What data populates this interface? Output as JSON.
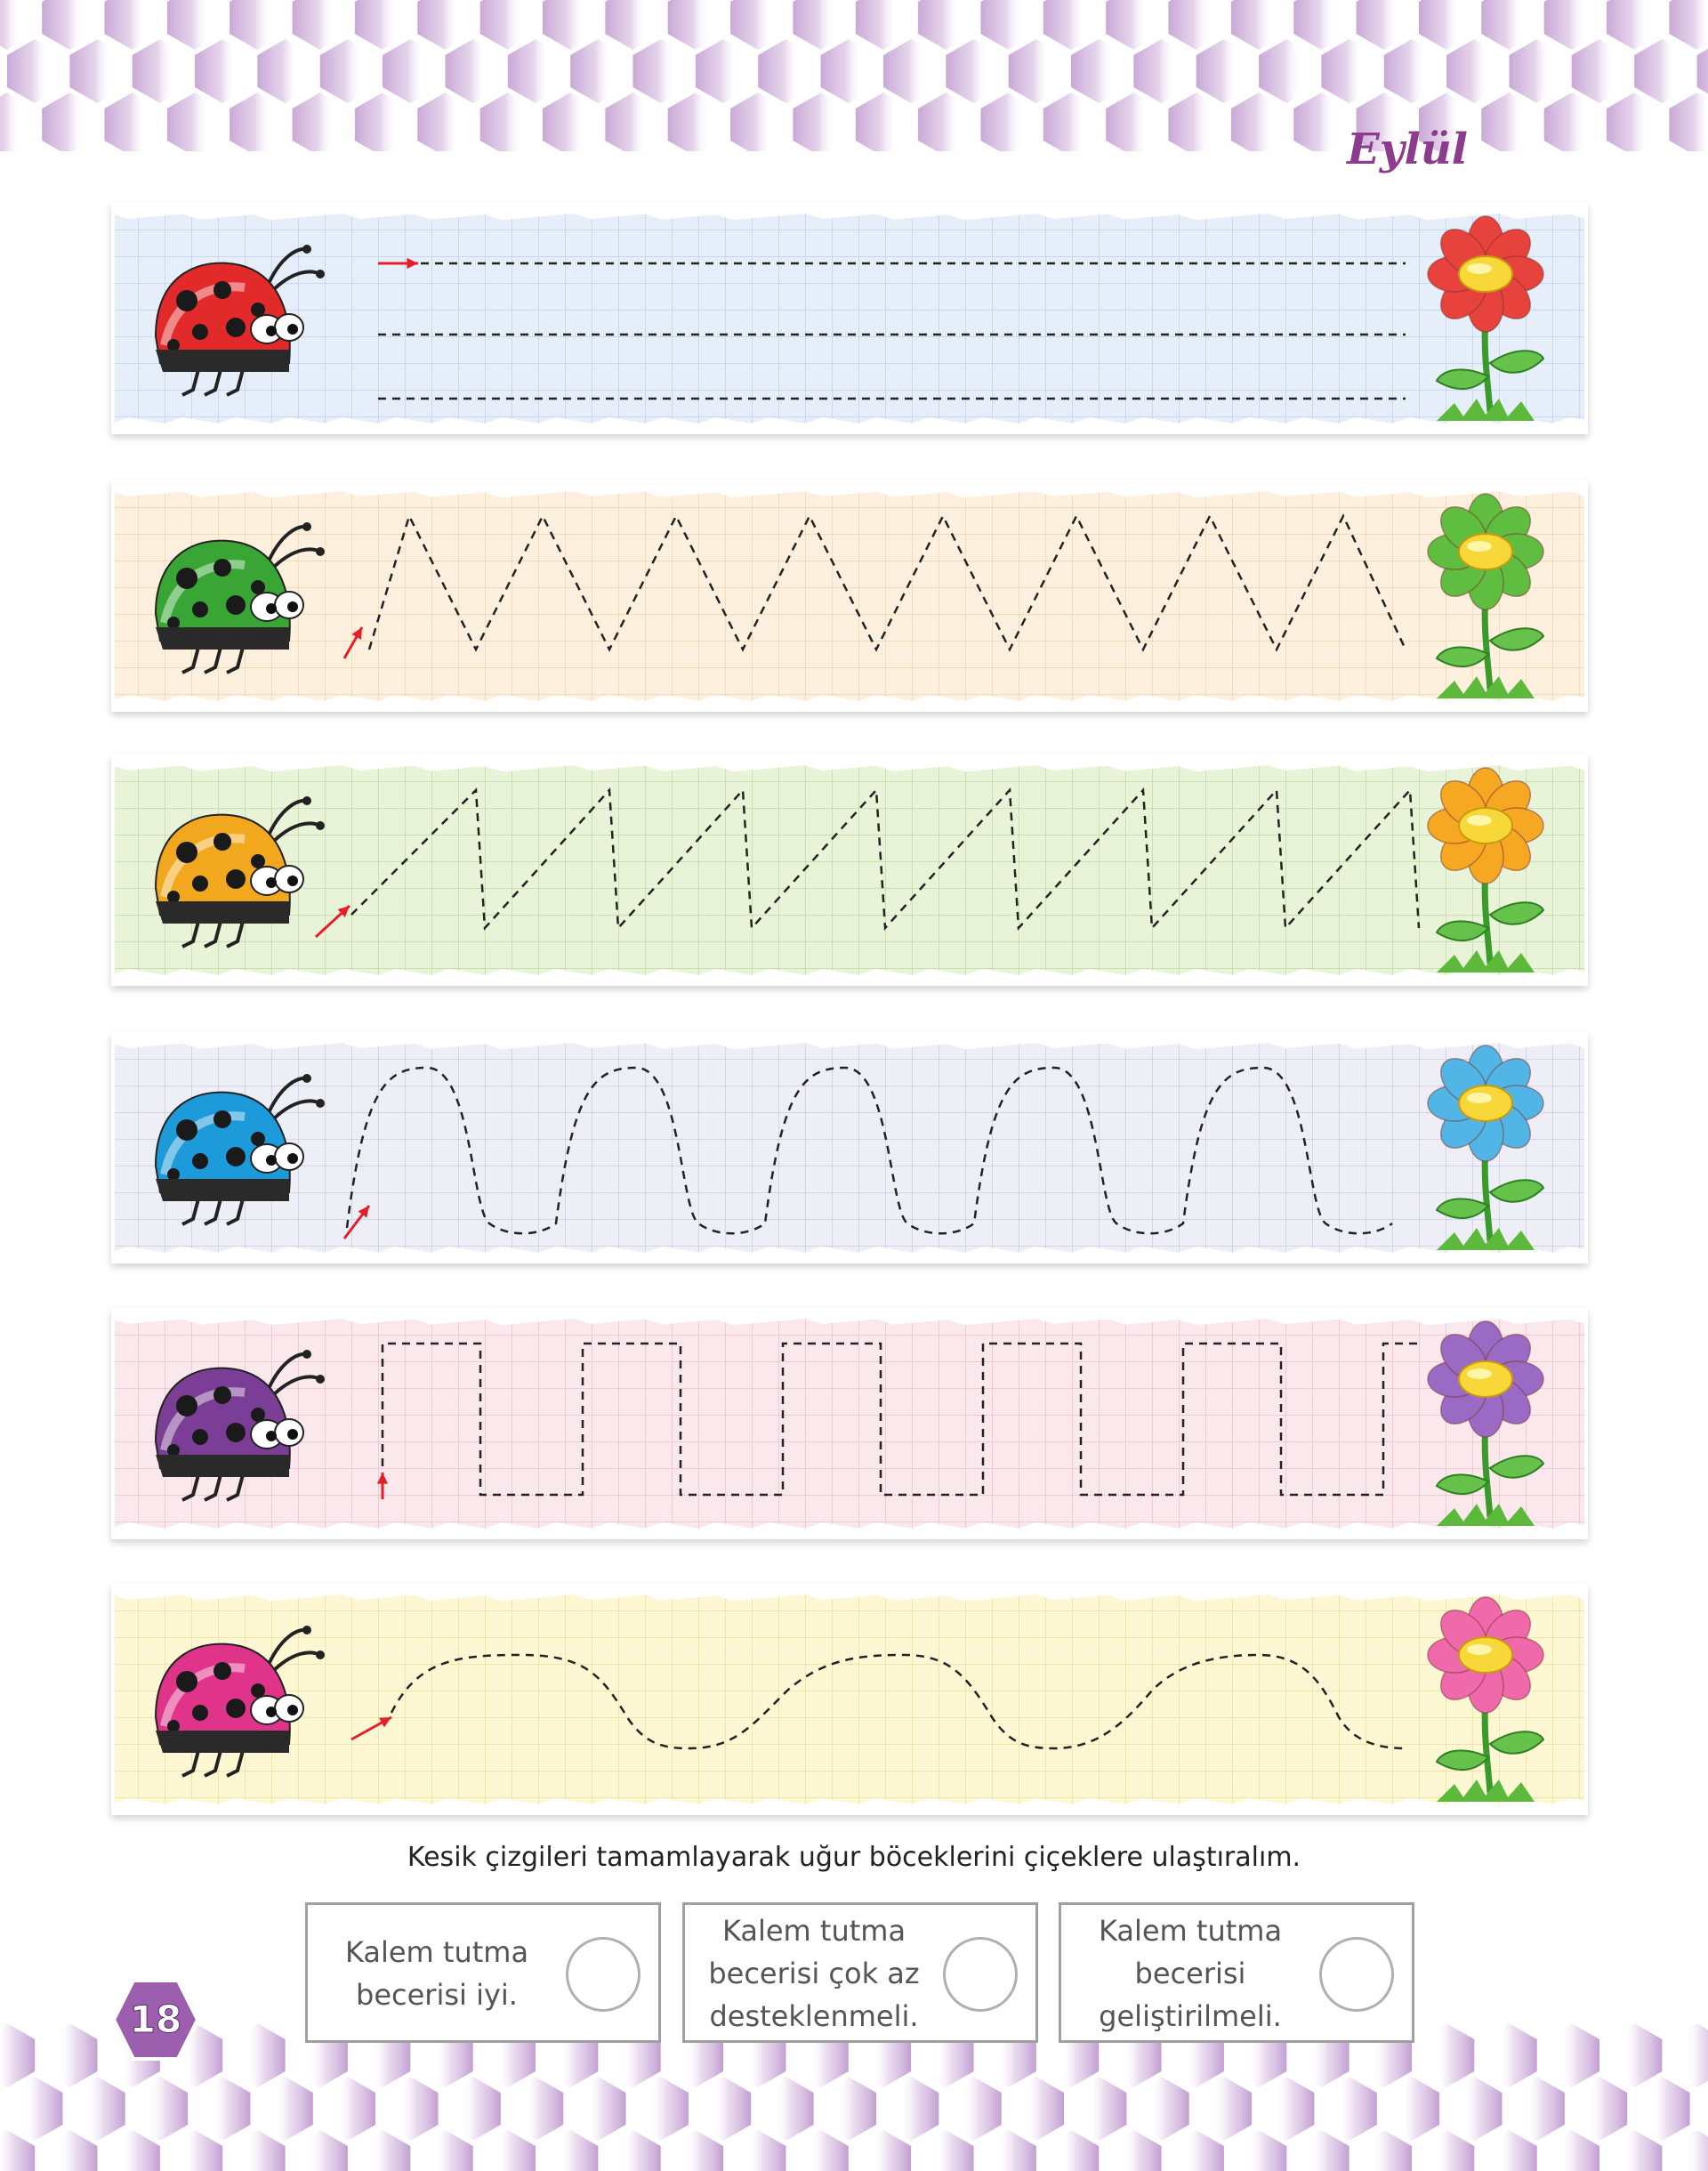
{
  "header": {
    "month": "Eylül"
  },
  "instruction": "Kesik çizgileri tamamlayarak uğur böceklerini çiçeklere ulaştıralım.",
  "evaluation": [
    {
      "label": "Kalem tutma becerisi iyi."
    },
    {
      "label": "Kalem tutma becerisi çok az desteklenmeli."
    },
    {
      "label": "Kalem tutma becerisi geliştirilmeli."
    }
  ],
  "page_number": "18",
  "strips": [
    {
      "pattern": "straight-lines",
      "background": "#e6eefa",
      "grid": "#b7cbe6",
      "ladybug": "#e32a2a",
      "flower": "#e8423c"
    },
    {
      "pattern": "zigzag",
      "background": "#fdf0df",
      "grid": "#efcf9f",
      "ladybug": "#39a535",
      "flower": "#5fbd3f"
    },
    {
      "pattern": "sawtooth",
      "background": "#e8f3d7",
      "grid": "#b6d49b",
      "ladybug": "#f2a81e",
      "flower": "#f7a823"
    },
    {
      "pattern": "waves",
      "background": "#eeeef7",
      "grid": "#c3c4dd",
      "ladybug": "#1c9ad9",
      "flower": "#51b6e6"
    },
    {
      "pattern": "square-wave",
      "background": "#fae8ec",
      "grid": "#eab8c4",
      "ladybug": "#7b3e96",
      "flower": "#9a6bc4"
    },
    {
      "pattern": "gentle-wave",
      "background": "#fdf7d3",
      "grid": "#ead98e",
      "ladybug": "#e0338a",
      "flower": "#f06aab"
    }
  ]
}
